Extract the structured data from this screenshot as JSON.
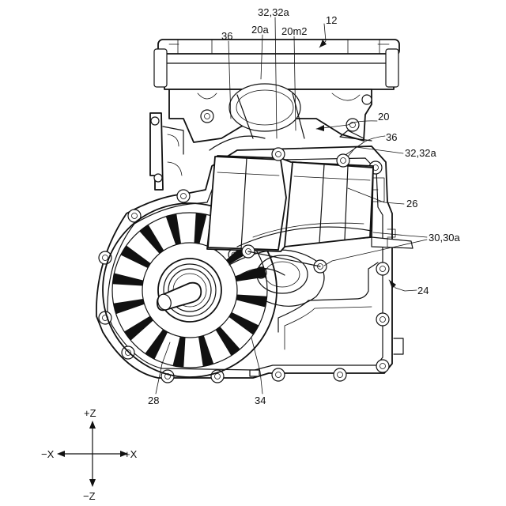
{
  "labels": {
    "l12": "12",
    "l32_top": "32,32a",
    "l20a": "20a",
    "l20m2": "20m2",
    "l36_left": "36",
    "l20": "20",
    "l36_right": "36",
    "l32_right": "32,32a",
    "l26": "26",
    "l30": "30,30a",
    "l24": "24",
    "l28": "28",
    "l34": "34"
  },
  "axes": {
    "plus_z": "+Z",
    "minus_z": "−Z",
    "plus_x": "+X",
    "minus_x": "−X"
  }
}
